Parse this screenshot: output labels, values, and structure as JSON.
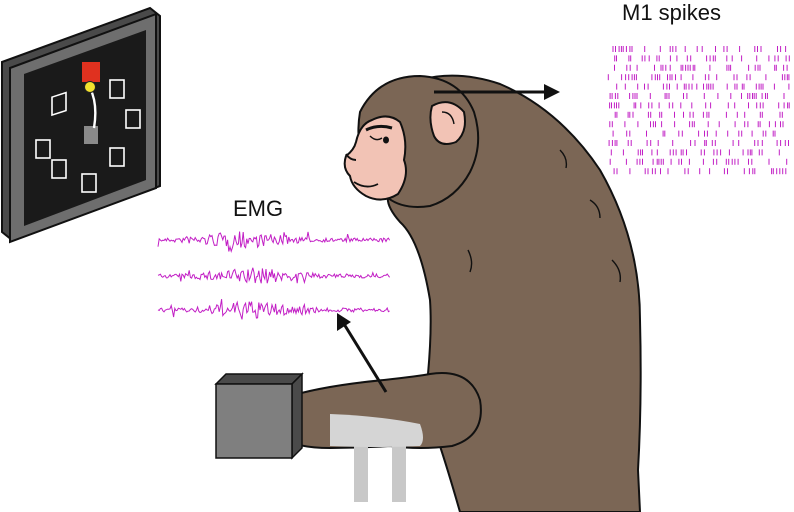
{
  "labels": {
    "m1": "M1 spikes",
    "emg": "EMG"
  },
  "colors": {
    "monkey_fur": "#7B6655",
    "monkey_skin": "#F2C3B5",
    "outline": "#111111",
    "signal": "#C21FC5",
    "screen_bezel": "#6E6E6E",
    "screen_face": "#1A1A1A",
    "target_red": "#E0311F",
    "cursor_yellow": "#F2E12E",
    "manipulandum": "#7F7F7F",
    "arm_rest": "#C8C8C8"
  },
  "icons": {
    "task_screen": "task-screen-icon",
    "monkey": "monkey-illustration",
    "manipulandum": "manipulandum-icon"
  }
}
